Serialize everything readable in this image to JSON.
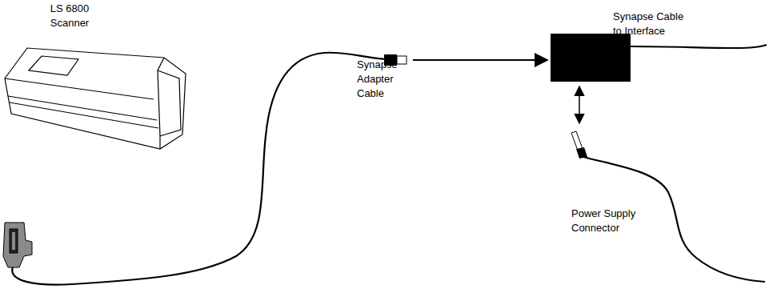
{
  "diagram": {
    "labels": [
      "LS 6800 Scanner",
      "Synapse Adapter Cable",
      "Synapse Cable to Interface",
      "Power Supply Connector"
    ]
  }
}
